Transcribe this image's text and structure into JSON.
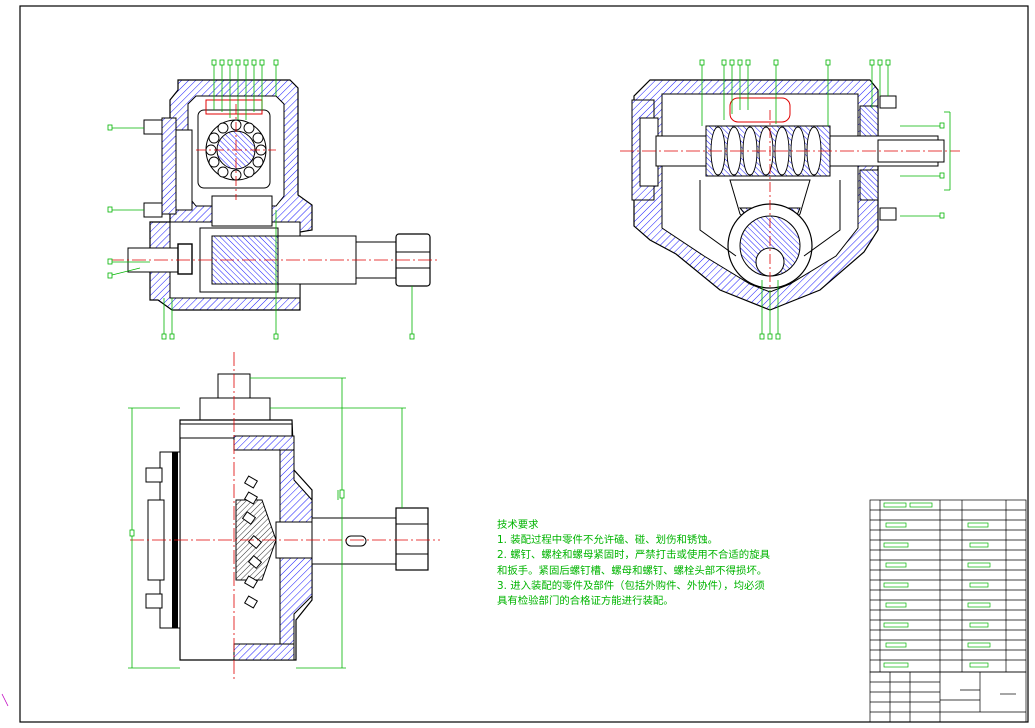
{
  "drawing": {
    "colors": {
      "background": "#ffffff",
      "outline": "#000000",
      "hatch": "#1a1aff",
      "dimension": "#00b400",
      "centerline": "#e00000"
    },
    "views": [
      "top-section-view",
      "right-section-view",
      "front-view"
    ]
  },
  "tech_requirements": {
    "heading": "技术要求",
    "items": [
      "1. 装配过程中零件不允许磕、碰、划伤和锈蚀。",
      "2. 螺钉、螺栓和螺母紧固时，严禁打击或使用不合适的旋具",
      "和扳手。紧固后螺钉槽、螺母和螺钉、螺栓头部不得损坏。",
      "3. 进入装配的零件及部件（包括外购件、外协件），均必须",
      "具有检验部门的合格证方能进行装配。"
    ]
  }
}
